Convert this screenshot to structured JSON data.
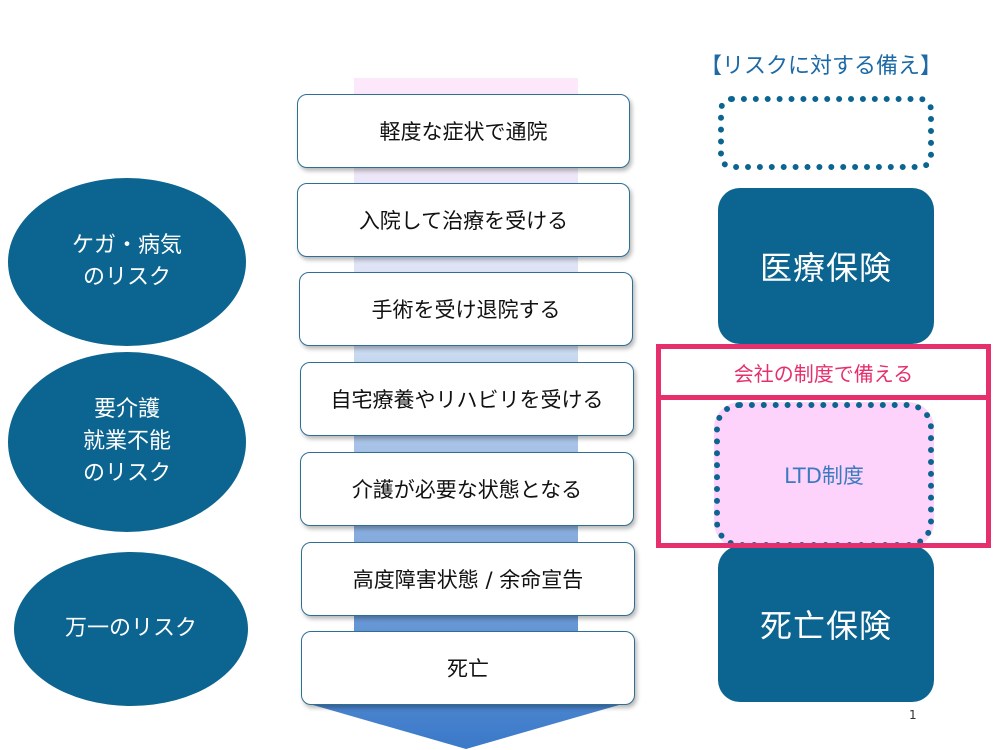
{
  "header": {
    "insurance_title": "【リスクに対する備え】"
  },
  "risks": [
    {
      "label": "ケガ・病気\nのリスク"
    },
    {
      "label": "要介護\n就業不能\nのリスク"
    },
    {
      "label": "万一のリスク"
    }
  ],
  "steps": [
    {
      "label": "軽度な症状で通院"
    },
    {
      "label": "入院して治療を受ける"
    },
    {
      "label": "手術を受け退院する"
    },
    {
      "label": "自宅療養やリハビリを受ける"
    },
    {
      "label": "介護が必要な状態となる"
    },
    {
      "label": "高度障害状態 / 余命宣告"
    },
    {
      "label": "死亡"
    }
  ],
  "insurance": {
    "medical": "医療保険",
    "company_label": "会社の制度で備える",
    "ltd": "LTD制度",
    "death": "死亡保険"
  },
  "footer": {
    "page_number": "1"
  },
  "colors": {
    "primary": "#0b6590",
    "accent_pink": "#e5306d",
    "ltd_fill": "#fdd3fb",
    "title_blue": "#1d6aa6"
  }
}
